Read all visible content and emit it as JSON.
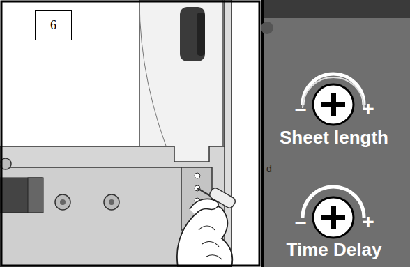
{
  "diagram": {
    "nodes": [
      {
        "text": [
          "6"
        ]
      }
    ],
    "labels": [
      "d",
      "–",
      "+",
      "Sheet length",
      "–",
      "+",
      "Time Delay"
    ]
  }
}
